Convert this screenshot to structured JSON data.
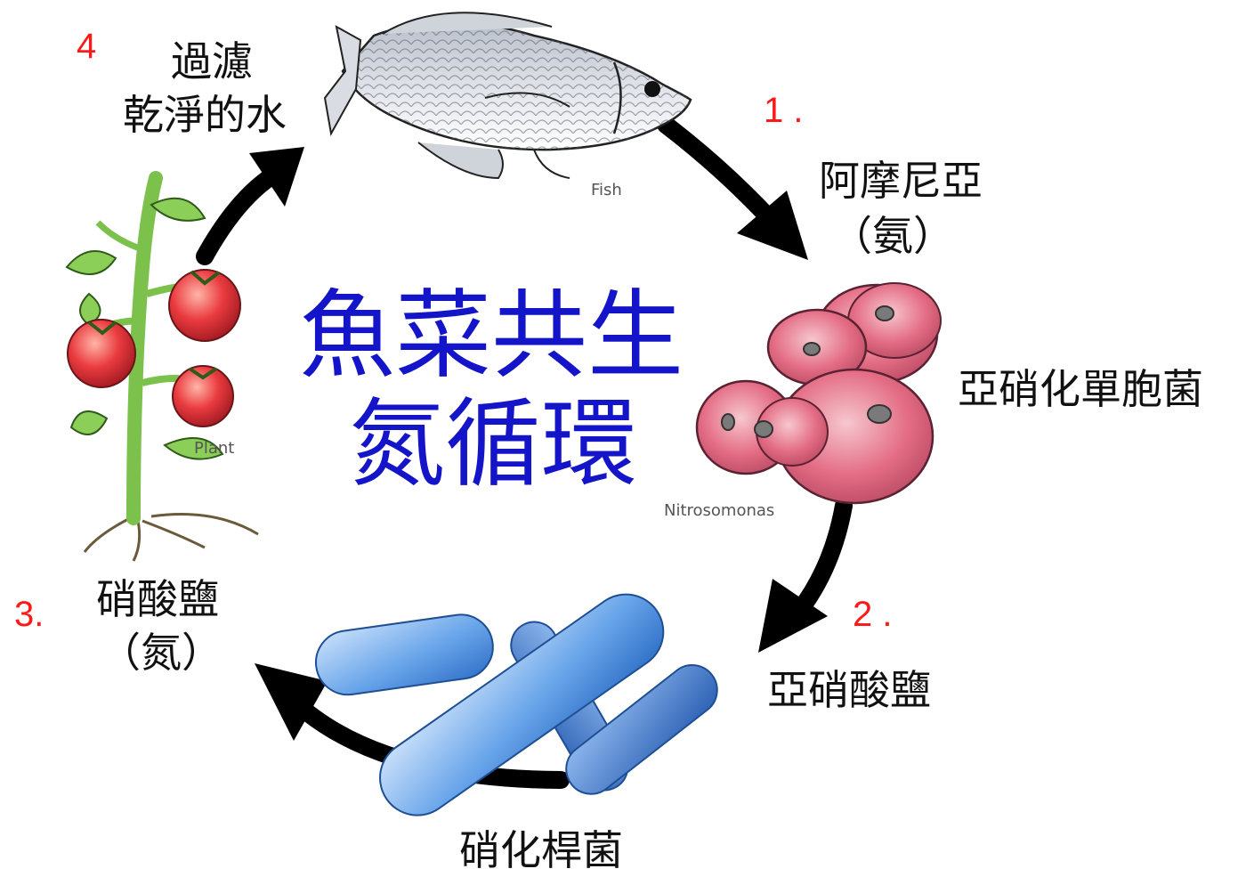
{
  "title": {
    "line1": "魚菜共生",
    "line2": "氮循環"
  },
  "stages": [
    {
      "number": "1 .",
      "label_line1": "阿摩尼亞",
      "label_line2": "（氨）"
    },
    {
      "number": "2 .",
      "label_line1": "亞硝酸鹽"
    },
    {
      "number": "3.",
      "label_line1": "硝酸鹽",
      "label_line2": "（氮）"
    },
    {
      "number": "4",
      "label_line1": "過濾",
      "label_line2": "乾淨的水"
    }
  ],
  "organisms": {
    "nitrosomonas_label": "亞硝化單胞菌",
    "nitrobacter_label": "硝化桿菌"
  },
  "captions": {
    "fish": "Fish",
    "plant": "Plant",
    "nitrosomonas": "Nitrosomonas"
  },
  "colors": {
    "title": "#1414c8",
    "stage_number": "#ff1a1a",
    "arrow": "#000000",
    "fish": "#c9ccd3",
    "nitrosomonas": "#e0708a",
    "nitrobacter": "#3f86d8",
    "plant_stem": "#8fcf5a",
    "tomato": "#e0353a"
  },
  "icons": [
    "fish-icon",
    "plant-icon",
    "nitrosomonas-bacteria-icon",
    "nitrobacter-bacteria-icon",
    "cycle-arrow-icon"
  ]
}
